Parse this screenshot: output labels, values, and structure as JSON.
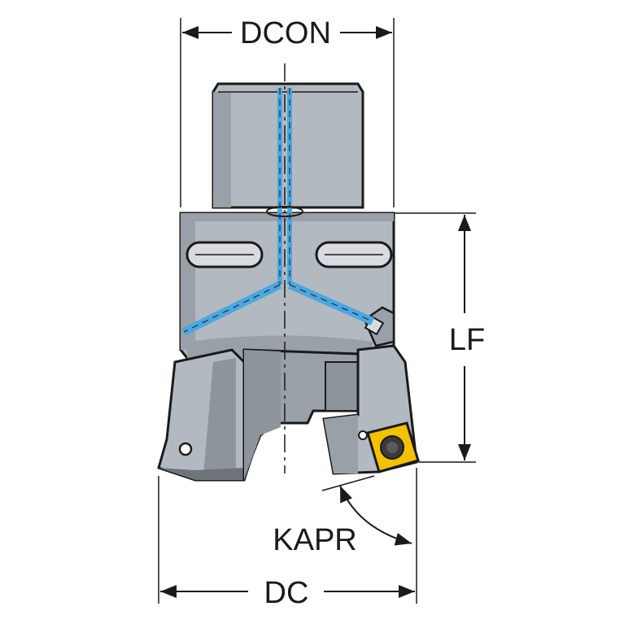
{
  "labels": {
    "dcon": "DCON",
    "lf": "LF",
    "kapr": "KAPR",
    "dc": "DC"
  },
  "colors": {
    "body_fill": "#b3b9c1",
    "body_dark": "#8e949c",
    "body_shadow": "#6f747b",
    "outline": "#1a1a1a",
    "coolant": "#4aa7e0",
    "insert": "#f2c200"
  }
}
